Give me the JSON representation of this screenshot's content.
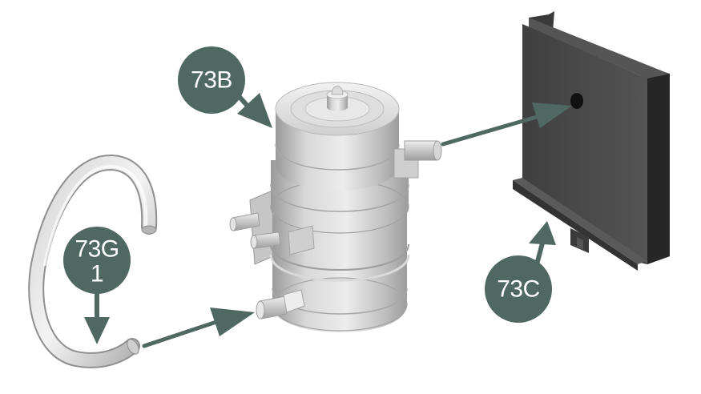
{
  "diagram": {
    "labels": {
      "part_73b": "73B",
      "part_73c": "73C",
      "part_73g_line1": "73G",
      "part_73g_line2": "1"
    },
    "colors": {
      "badge": "#4f6962",
      "arrow": "#4f6962",
      "metal_light": "#e2e2e2",
      "metal_mid": "#bdbdbd",
      "metal_dark": "#8e8e8e",
      "panel": "#4a4a4a",
      "panel_dark": "#2e2e2e"
    }
  }
}
